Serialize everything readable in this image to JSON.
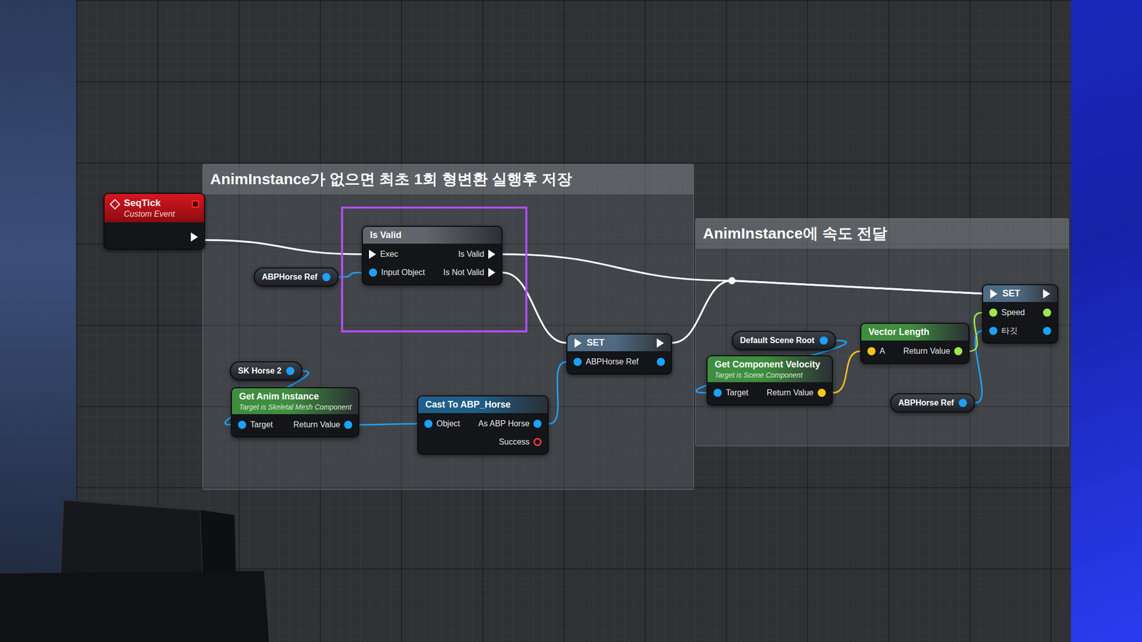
{
  "diagram": {
    "nodes": [
      {
        "text": [
          "SeqTick",
          "Custom Event"
        ]
      },
      {
        "text": [
          "AnimInstance가 없으면 최초 1회 형변환 실행후 저장"
        ]
      },
      {
        "text": [
          "Is Valid",
          "Exec",
          "Input Object",
          "Is Valid",
          "Is Not Valid"
        ],
        "in": 1
      },
      {
        "text": [
          "ABPHorse Ref"
        ],
        "in": 1
      },
      {
        "text": [
          "SK Horse 2"
        ],
        "in": 1
      },
      {
        "text": [
          "Get Anim Instance",
          "Target is Skeletal Mesh Component",
          "Target",
          "Return Value"
        ],
        "in": 1
      },
      {
        "text": [
          "Cast To ABP_Horse",
          "Object",
          "As ABP Horse",
          "Success"
        ],
        "in": 1
      },
      {
        "text": [
          "SET",
          "ABPHorse Ref"
        ],
        "in": 1
      },
      {
        "text": [
          "AnimInstance에 속도 전달"
        ]
      },
      {
        "text": [
          "Default Scene Root"
        ],
        "in": 8
      },
      {
        "text": [
          "Get Component Velocity",
          "Target is Scene Component",
          "Target",
          "Return Value"
        ],
        "in": 8
      },
      {
        "text": [
          "Vector Length",
          "A",
          "Return Value"
        ],
        "in": 8
      },
      {
        "text": [
          "ABPHorse Ref"
        ],
        "in": 8
      },
      {
        "text": [
          "SET",
          "Speed",
          "타깃"
        ],
        "in": 8
      }
    ],
    "edges": [
      {
        "from": 0,
        "to": 2,
        "arrow": "none"
      },
      {
        "from": 3,
        "to": 2,
        "arrow": "none"
      },
      {
        "from": 2,
        "to": 13,
        "arrow": "none"
      },
      {
        "from": 2,
        "to": 7,
        "arrow": "none"
      },
      {
        "from": 7,
        "to": 13,
        "arrow": "none"
      },
      {
        "from": 4,
        "to": 5,
        "arrow": "none"
      },
      {
        "from": 5,
        "to": 6,
        "arrow": "none"
      },
      {
        "from": 6,
        "to": 7,
        "arrow": "none"
      },
      {
        "from": 9,
        "to": 10,
        "arrow": "none"
      },
      {
        "from": 10,
        "to": 11,
        "arrow": "none"
      },
      {
        "from": 11,
        "to": 13,
        "arrow": "none"
      },
      {
        "from": 12,
        "to": 13,
        "arrow": "none"
      }
    ]
  }
}
